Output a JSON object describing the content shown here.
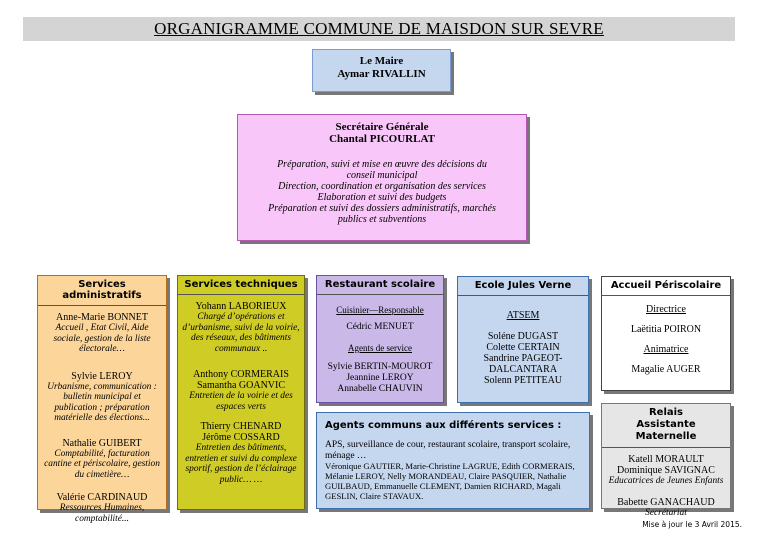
{
  "title": "ORGANIGRAMME COMMUNE DE MAISDON SUR SEVRE",
  "maire": {
    "role": "Le Maire",
    "name": "Aymar RIVALLIN"
  },
  "secretaire": {
    "role": "Secrétaire Générale",
    "name": "Chantal PICOURLAT",
    "missions": [
      "Préparation, suivi et mise en œuvre des décisions du conseil municipal",
      "Direction, coordination et organisation des services",
      "Elaboration et suivi des budgets",
      "Préparation et suivi des dossiers administratifs, marchés publics et subventions"
    ]
  },
  "admin": {
    "title": "Services administratifs",
    "people": [
      {
        "name": "Anne-Marie BONNET",
        "desc": "Accueil , Etat Civil, Aide sociale, gestion de la liste électorale…"
      },
      {
        "name": "Sylvie LEROY",
        "desc": "Urbanisme, communication : bulletin municipal et publication ; préparation matérielle des élections..."
      },
      {
        "name": "Nathalie GUIBERT",
        "desc": "Comptabilité, facturation cantine et périscolaire, gestion du cimetière…"
      },
      {
        "name": "Valérie CARDINAUD",
        "desc": "Ressources Humaines, comptabilité..."
      }
    ]
  },
  "tech": {
    "title": "Services techniques",
    "groups": [
      {
        "names": [
          "Yohann LABORIEUX"
        ],
        "desc": "Chargé d’opérations et d’urbanisme, suivi de la voirie, des réseaux, des bâtiments communaux .."
      },
      {
        "names": [
          "Anthony CORMERAIS",
          "Samantha GOANVIC"
        ],
        "desc": "Entretien de la voirie et des espaces verts"
      },
      {
        "names": [
          "Thierry CHENARD",
          "Jérôme COSSARD"
        ],
        "desc": "Entretien des bâtiments, entretien et suivi du complexe sportif, gestion de l’éclairage public… …"
      }
    ]
  },
  "resto": {
    "title": "Restaurant scolaire",
    "roles": [
      {
        "label": "Cuisinier—Responsable",
        "names": [
          "Cédric MENUET"
        ]
      },
      {
        "label": "Agents de service",
        "names": [
          "Sylvie BERTIN-MOUROT",
          "Jeannine LEROY",
          "Annabelle CHAUVIN"
        ]
      }
    ]
  },
  "ecole": {
    "title": "Ecole Jules Verne",
    "label": "ATSEM",
    "names": [
      "Soléne DUGAST",
      "Colette CERTAIN",
      "Sandrine PAGEOT-DALCANTARA",
      "Solenn PETITEAU"
    ]
  },
  "peri": {
    "title": "Accueil Périscolaire",
    "roles": [
      {
        "label": "Directrice",
        "name": "Laëtitia POIRON"
      },
      {
        "label": "Animatrice",
        "name": "Magalie AUGER"
      }
    ]
  },
  "relais": {
    "title": "Relais Assistante Maternelle",
    "groups": [
      {
        "names": [
          "Katell MORAULT",
          "Dominique SAVIGNAC"
        ],
        "desc": "Educatrices de Jeunes Enfants"
      },
      {
        "names": [
          "Babette GANACHAUD"
        ],
        "desc": "Secrétariat"
      }
    ]
  },
  "agents": {
    "title": "Agents communs aux différents services  :",
    "tasks": "APS, surveillance de cour, restaurant scolaire, transport scolaire, ménage …",
    "names": "Véronique GAUTIER, Marie-Christine LAGRUE, Edith CORMERAIS, Mélanie LEROY, Nelly MORANDEAU, Claire PASQUIER, Nathalie GUILBAUD, Emmanuelle CLEMENT, Damien RICHARD, Magali GESLIN, Claire STAVAUX."
  },
  "footer": "Mise à jour le 3 Avril 2015."
}
